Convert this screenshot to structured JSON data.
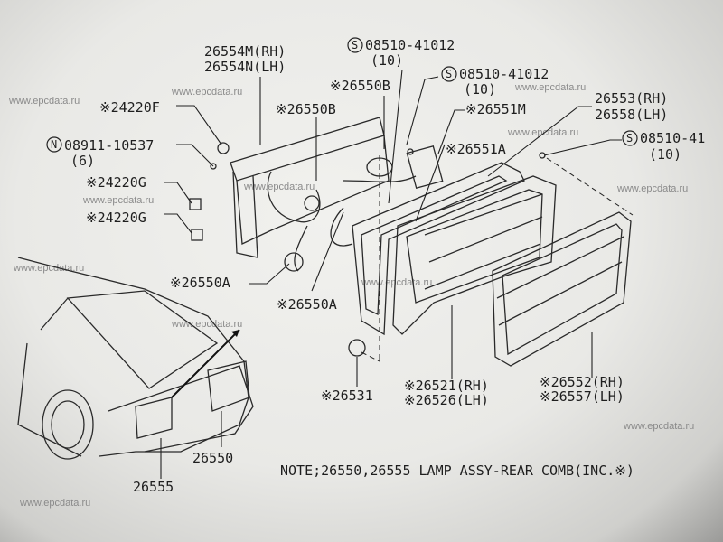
{
  "watermarks": [
    "www.epcdata.ru",
    "www.epcdata.ru",
    "www.epcdata.ru",
    "www.epcdata.ru",
    "www.epcdata.ru",
    "www.epcdata.ru",
    "www.epcdata.ru",
    "www.epcdata.ru",
    "www.epcdata.ru",
    "www.epcdata.ru",
    "www.epcdata.ru",
    "www.epcdata.ru"
  ],
  "callouts": {
    "c26554m": "26554M(RH)",
    "c26554n": "26554N(LH)",
    "screw1_prefix": "S",
    "screw1": "08510-41012",
    "screw1_qty": "(10)",
    "screw2_prefix": "S",
    "screw2": "08510-41012",
    "screw2_qty": "(10)",
    "screw3_prefix": "S",
    "screw3": "08510-41",
    "screw3_qty": "(10)",
    "c26550b_1": "※26550B",
    "c26550b_2": "※26550B",
    "c24220f": "※24220F",
    "nut_prefix": "N",
    "nut": "08911-10537",
    "nut_qty": "(6)",
    "c24220g_1": "※24220G",
    "c24220g_2": "※24220G",
    "c26551m": "※26551M",
    "c26551a": "※26551A",
    "c26553": "26553(RH)",
    "c26558": "26558(LH)",
    "c26550a_1": "※26550A",
    "c26550a_2": "※26550A",
    "c26531": "※26531",
    "c26521": "※26521(RH)",
    "c26526": "※26526(LH)",
    "c26552": "※26552(RH)",
    "c26557": "※26557(LH)",
    "c26550": "26550",
    "c26555": "26555"
  },
  "note": "NOTE;26550,26555 LAMP ASSY-REAR COMB(INC.※)"
}
